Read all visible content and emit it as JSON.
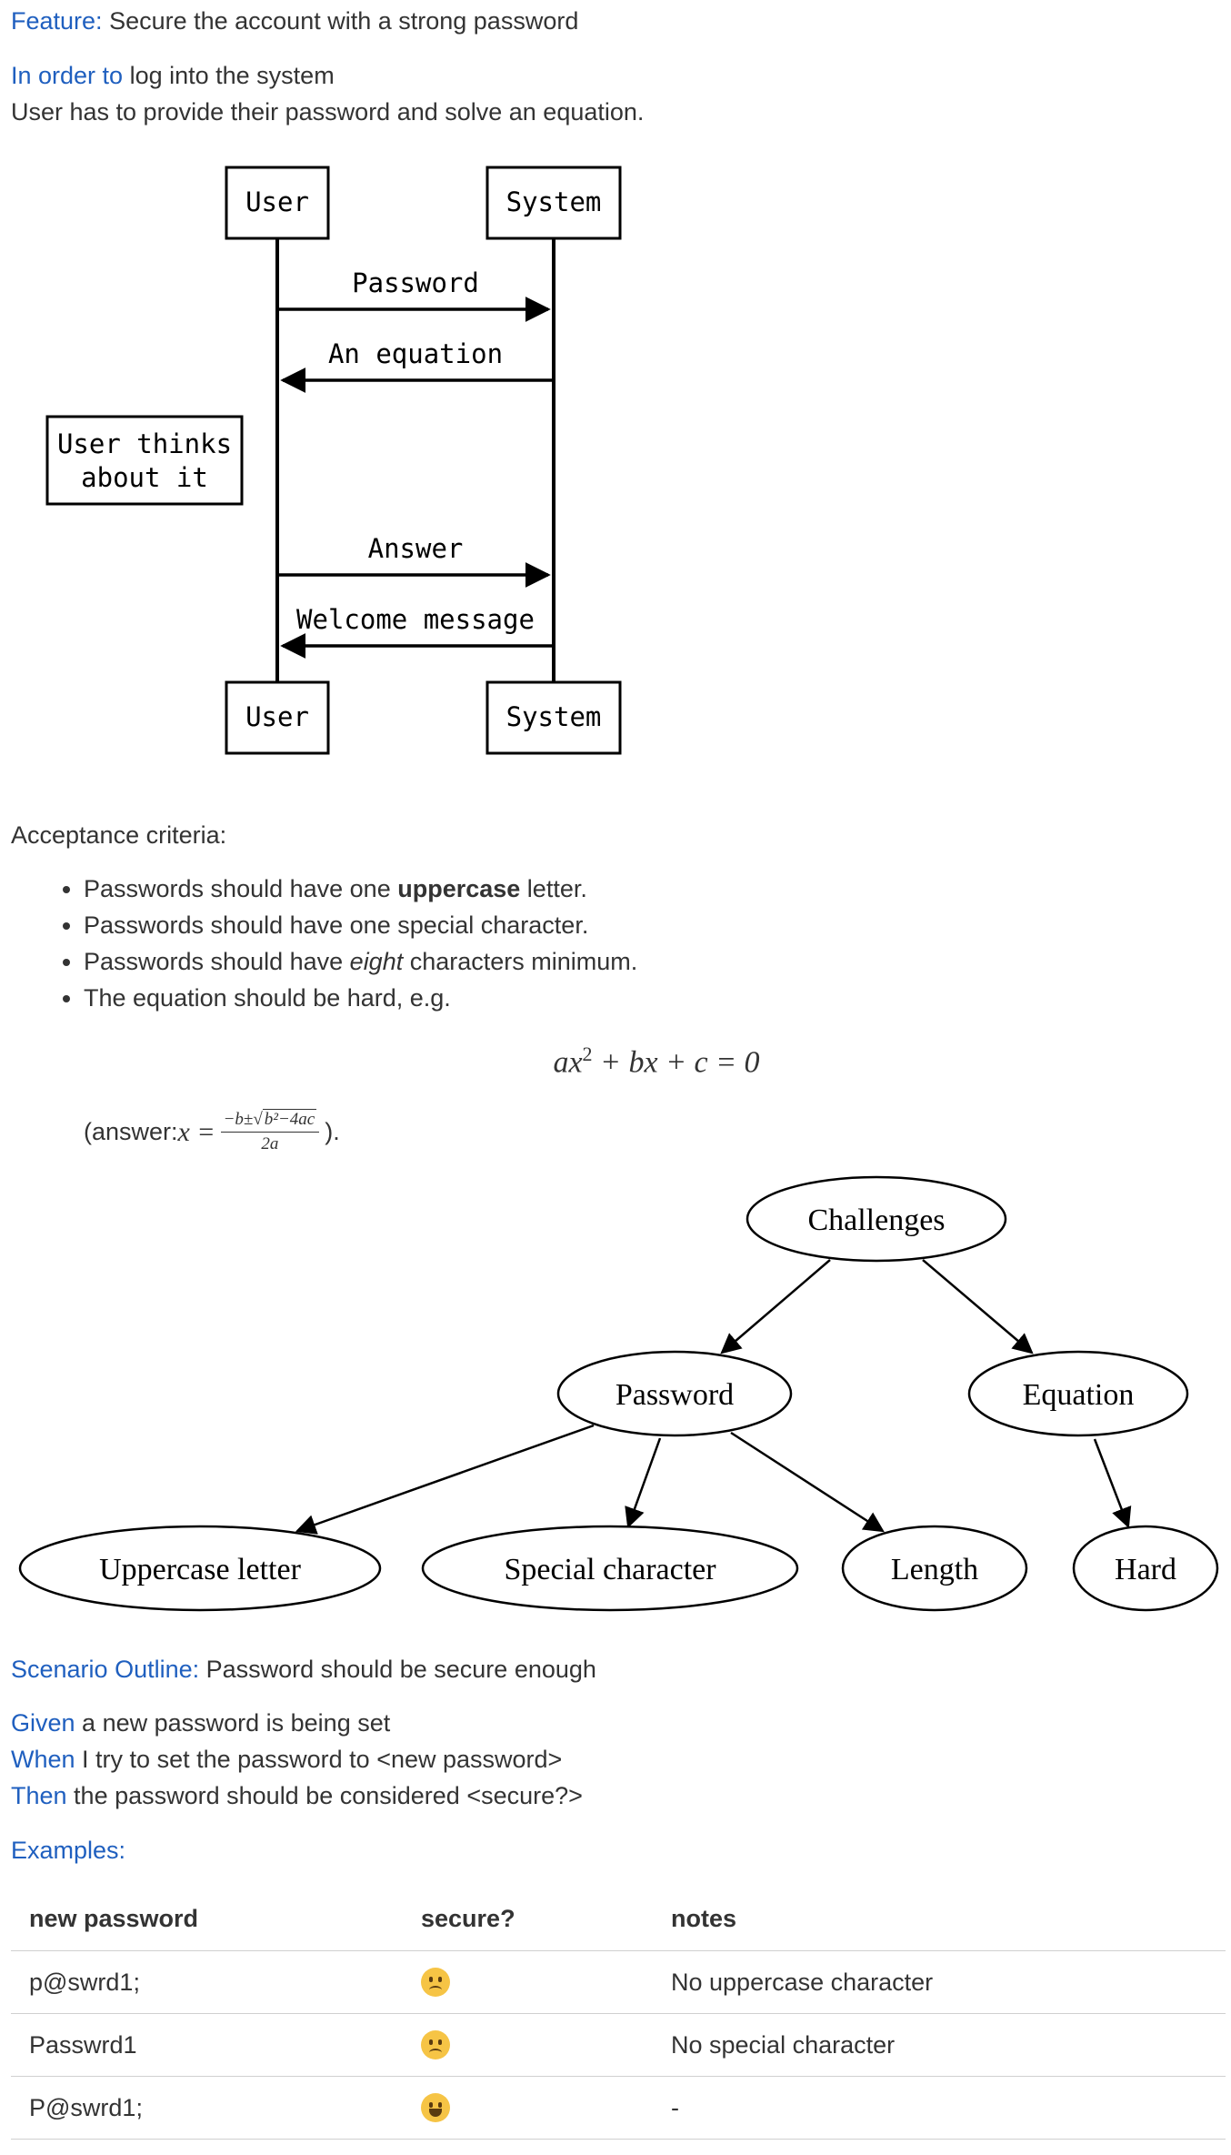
{
  "feature": {
    "keyword": "Feature:",
    "text": " Secure the account with a strong password"
  },
  "narrative": {
    "in_order_to_keyword": "In order to",
    "in_order_to_text": " log into the system",
    "line2": "User has to provide their password and solve an equation."
  },
  "sequence_diagram": {
    "participants": [
      "User",
      "System"
    ],
    "messages": [
      {
        "label": "Password",
        "direction": "User→System"
      },
      {
        "label": "An equation",
        "direction": "System→User"
      },
      {
        "label": "Answer",
        "direction": "User→System"
      },
      {
        "label": "Welcome message",
        "direction": "System→User"
      }
    ],
    "note_line1": "User thinks",
    "note_line2": "about it"
  },
  "acceptance": {
    "heading": "Acceptance criteria:",
    "items": [
      {
        "before": "Passwords should have one ",
        "emph": "uppercase",
        "after": " letter."
      },
      {
        "text": "Passwords should have one special character."
      },
      {
        "before": "Passwords should have ",
        "emph": "eight",
        "after": " characters minimum."
      },
      {
        "text": "The equation should be hard, e.g."
      }
    ],
    "equation": {
      "lhs_a": "ax",
      "exp": "2",
      "rest": " + bx + c = 0"
    },
    "answer": {
      "prefix": "(answer: ",
      "x_eq": "x = ",
      "num_prefix": "−b±",
      "radicand": "b²−4ac",
      "den": "2a",
      "suffix": ")."
    }
  },
  "tree": {
    "root": "Challenges",
    "level1": [
      "Password",
      "Equation"
    ],
    "leaves": [
      "Uppercase letter",
      "Special character",
      "Length",
      "Hard"
    ]
  },
  "scenario": {
    "keyword": "Scenario Outline:",
    "title": " Password should be secure enough",
    "steps": [
      {
        "keyword": "Given",
        "text": " a new password is being set"
      },
      {
        "keyword": "When",
        "text": " I try to set the password to <new password>"
      },
      {
        "keyword": "Then",
        "text": " the password should be considered <secure?>"
      }
    ]
  },
  "examples": {
    "keyword": "Examples:",
    "headers": [
      "new password",
      "secure?",
      "notes"
    ],
    "rows": [
      {
        "password": "p@swrd1;",
        "secure": "sad-face-icon",
        "notes": "No uppercase character"
      },
      {
        "password": "Passwrd1",
        "secure": "sad-face-icon",
        "notes": "No special character"
      },
      {
        "password": "P@swrd1;",
        "secure": "happy-face-icon",
        "notes": "-"
      }
    ]
  },
  "colors": {
    "keyword": "#1f5fbf",
    "text": "#333333",
    "emoji": "#f6c445"
  }
}
